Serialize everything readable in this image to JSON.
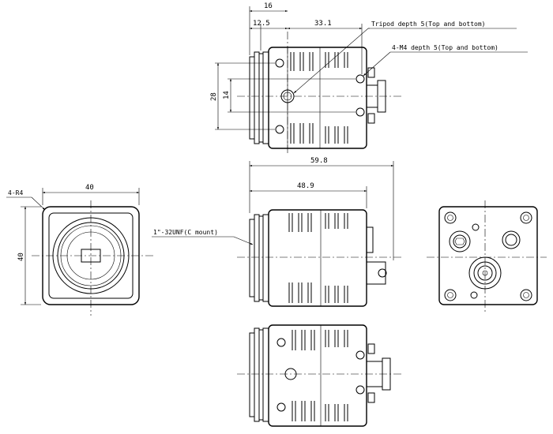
{
  "dimensions": {
    "top_width_16": "16",
    "top_width_12_5": "12.5",
    "top_length_33_1": "33.1",
    "top_height_28": "28",
    "top_height_14": "14",
    "side_length_59_8": "59.8",
    "side_length_48_9": "48.9",
    "front_width_40": "40",
    "front_height_40": "40"
  },
  "notes": {
    "tripod": "Tripod depth 5(Top and bottom)",
    "m4": "4-M4 depth 5(Top and bottom)",
    "radius": "4-R4",
    "mount": "1\"-32UNF(C mount)"
  }
}
